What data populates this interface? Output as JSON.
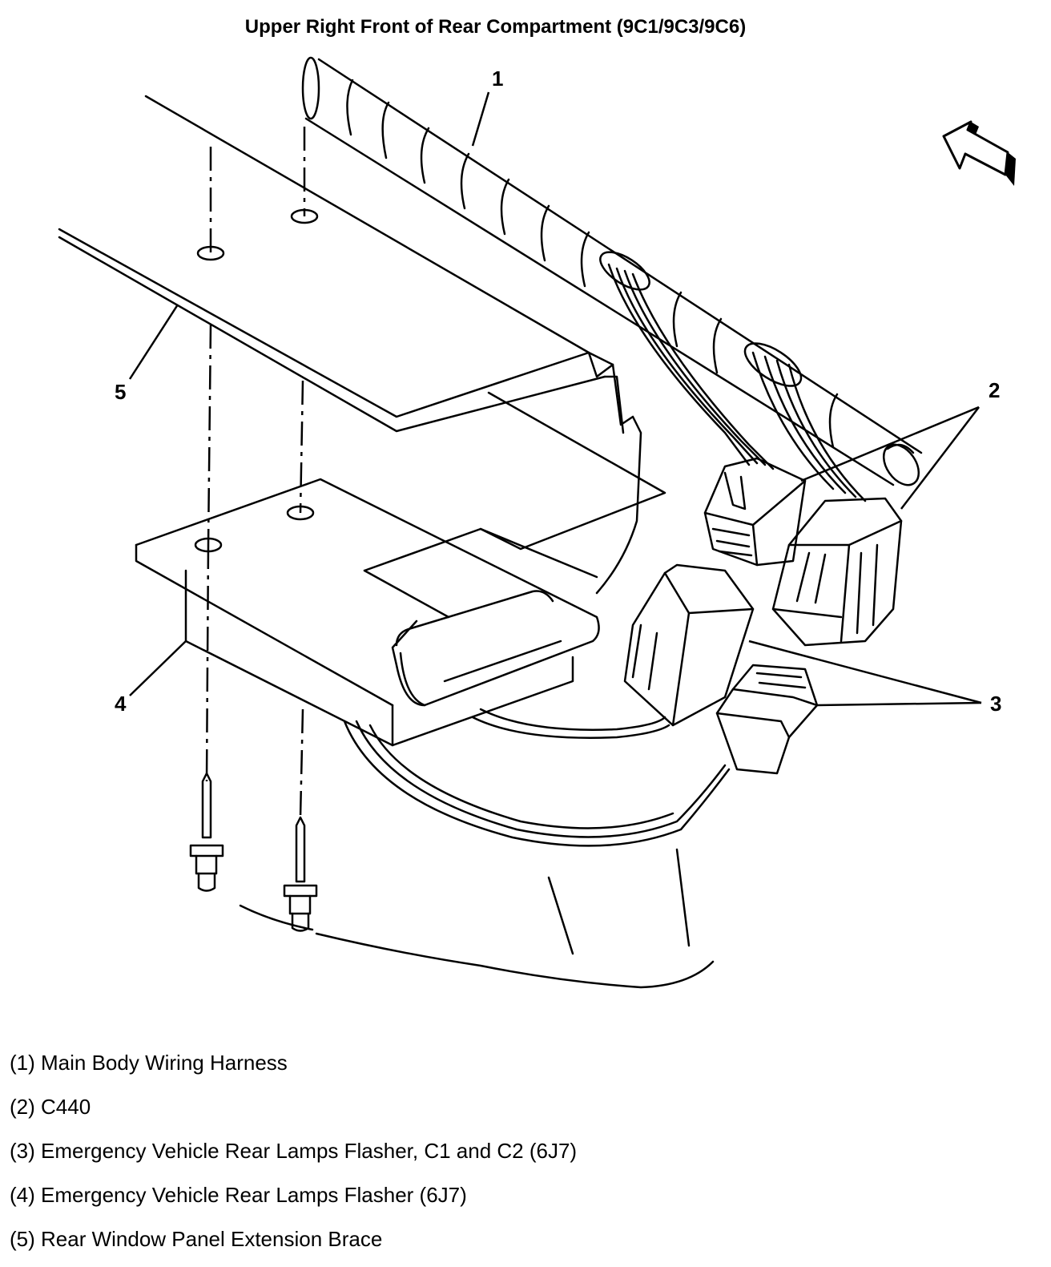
{
  "title": "Upper Right Front of Rear Compartment (9C1/9C3/9C6)",
  "callouts": [
    "1",
    "2",
    "3",
    "4",
    "5"
  ],
  "legend": [
    "(1) Main Body Wiring Harness",
    "(2) C440",
    "(3) Emergency Vehicle Rear Lamps Flasher, C1 and C2 (6J7)",
    "(4) Emergency Vehicle Rear Lamps Flasher (6J7)",
    "(5) Rear Window Panel Extension Brace"
  ]
}
